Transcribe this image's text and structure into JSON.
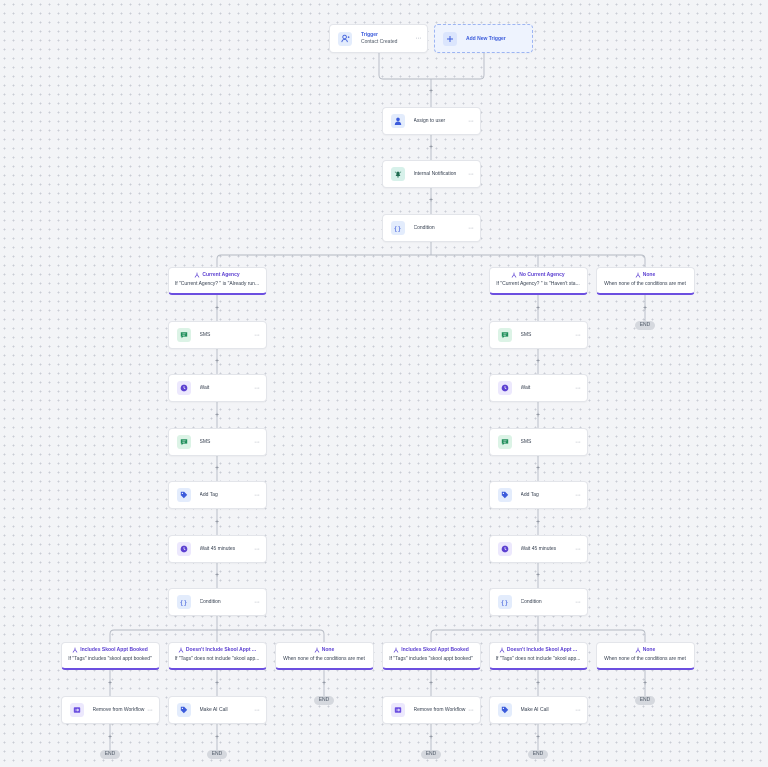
{
  "colors": {
    "accent": "#6c4fe0",
    "link": "#3b5bdb",
    "sms": "#1e8e5a",
    "wait": "#5b3fd1",
    "tag": "#3b5bdb",
    "condition": "#3b5bdb"
  },
  "trigger": {
    "title": "Trigger",
    "subtitle": "Contact Created",
    "more": "···"
  },
  "add_trigger": {
    "label": "Add New Trigger"
  },
  "main_steps": [
    {
      "label": "Assign to user",
      "icon": "user-icon",
      "more": "···"
    },
    {
      "label": "Internal Notification",
      "icon": "bell-icon",
      "more": "···"
    },
    {
      "label": "Condition",
      "icon": "braces-icon",
      "more": "···"
    }
  ],
  "top_branches": [
    {
      "title": "Current Agency",
      "subtitle": "If \"Current Agency? \" is \"Already run..."
    },
    {
      "title": "No Current Agency",
      "subtitle": "If \"Current Agency? \" is \"Haven't sta..."
    },
    {
      "title": "None",
      "subtitle": "When none of the conditions are met"
    }
  ],
  "branch_steps": [
    {
      "label": "SMS",
      "icon": "chat-icon",
      "more": "···"
    },
    {
      "label": "Wait",
      "icon": "clock-icon",
      "more": "···"
    },
    {
      "label": "SMS",
      "icon": "chat-icon",
      "more": "···"
    },
    {
      "label": "Add Tag",
      "icon": "tag-icon",
      "more": "···"
    },
    {
      "label": "Wait 45 minutes",
      "icon": "clock-icon",
      "more": "···"
    },
    {
      "label": "Condition",
      "icon": "braces-icon",
      "more": "···"
    }
  ],
  "sub_branches": [
    {
      "title": "Includes Skool Appt Booked",
      "subtitle": "If \"Tags\" includes \"skool appt booked\""
    },
    {
      "title": "Doesn't Include Skool Appt ...",
      "subtitle": "If \"Tags\" does not include \"skool app..."
    },
    {
      "title": "None",
      "subtitle": "When none of the conditions are met"
    }
  ],
  "sub_actions": [
    {
      "label": "Remove from Workflow",
      "icon": "exit-icon",
      "more": "···"
    },
    {
      "label": "Make AI Call",
      "icon": "tag-icon",
      "more": "···"
    }
  ],
  "end_label": "END",
  "plus_symbol": "+"
}
